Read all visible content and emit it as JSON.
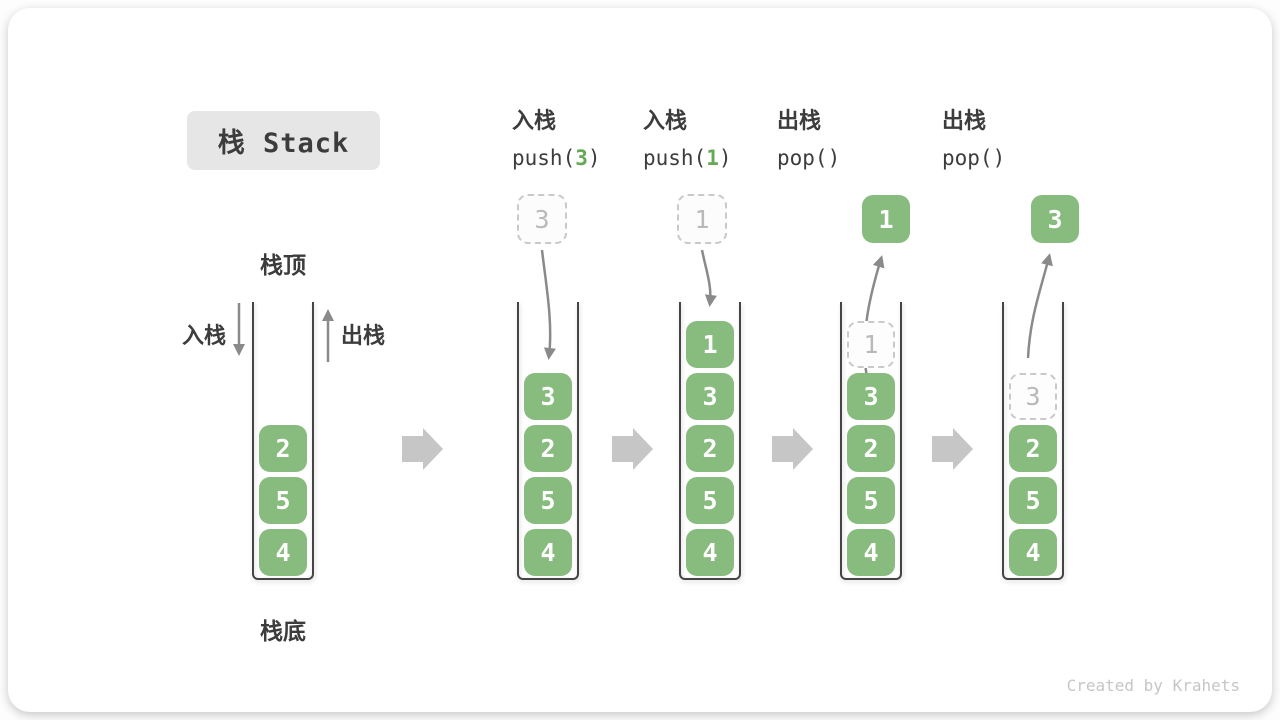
{
  "title": {
    "badge": "栈 Stack"
  },
  "side_labels": {
    "top": "栈顶",
    "bottom": "栈底",
    "push_in": "入栈",
    "pop_out": "出栈"
  },
  "operations": [
    {
      "name": "入栈",
      "code_pre": "push(",
      "code_arg": "3",
      "code_post": ")"
    },
    {
      "name": "入栈",
      "code_pre": "push(",
      "code_arg": "1",
      "code_post": ")"
    },
    {
      "name": "出栈",
      "code_pre": "pop(",
      "code_arg": "",
      "code_post": ")"
    },
    {
      "name": "出栈",
      "code_pre": "pop(",
      "code_arg": "",
      "code_post": ")"
    }
  ],
  "stacks": [
    {
      "name": "initial",
      "cells": [
        {
          "value": "2",
          "row": 2,
          "ghost": false
        },
        {
          "value": "5",
          "row": 3,
          "ghost": false
        },
        {
          "value": "4",
          "row": 4,
          "ghost": false
        }
      ],
      "floating": null
    },
    {
      "name": "after-push-3",
      "cells": [
        {
          "value": "3",
          "row": 1,
          "ghost": false
        },
        {
          "value": "2",
          "row": 2,
          "ghost": false
        },
        {
          "value": "5",
          "row": 3,
          "ghost": false
        },
        {
          "value": "4",
          "row": 4,
          "ghost": false
        }
      ],
      "floating": {
        "value": "3",
        "style": "dashed"
      }
    },
    {
      "name": "after-push-1",
      "cells": [
        {
          "value": "1",
          "row": 0,
          "ghost": false
        },
        {
          "value": "3",
          "row": 1,
          "ghost": false
        },
        {
          "value": "2",
          "row": 2,
          "ghost": false
        },
        {
          "value": "5",
          "row": 3,
          "ghost": false
        },
        {
          "value": "4",
          "row": 4,
          "ghost": false
        }
      ],
      "floating": {
        "value": "1",
        "style": "dashed"
      }
    },
    {
      "name": "after-pop-1",
      "cells": [
        {
          "value": "1",
          "row": 0,
          "ghost": true
        },
        {
          "value": "3",
          "row": 1,
          "ghost": false
        },
        {
          "value": "2",
          "row": 2,
          "ghost": false
        },
        {
          "value": "5",
          "row": 3,
          "ghost": false
        },
        {
          "value": "4",
          "row": 4,
          "ghost": false
        }
      ],
      "floating": {
        "value": "1",
        "style": "solid"
      }
    },
    {
      "name": "after-pop-3",
      "cells": [
        {
          "value": "3",
          "row": 1,
          "ghost": true
        },
        {
          "value": "2",
          "row": 2,
          "ghost": false
        },
        {
          "value": "5",
          "row": 3,
          "ghost": false
        },
        {
          "value": "4",
          "row": 4,
          "ghost": false
        }
      ],
      "floating": {
        "value": "3",
        "style": "solid"
      }
    }
  ],
  "watermark": "Created by Krahets",
  "colors": {
    "block_green": "#87BC7E",
    "code_arg_green": "#65A856",
    "ghost_gray": "#C9C9C9",
    "arrow_gray": "#8A8A8A",
    "flow_arrow_gray": "#C6C6C6",
    "text_dark": "#3C3C3C",
    "badge_gray": "#E6E6E6"
  }
}
